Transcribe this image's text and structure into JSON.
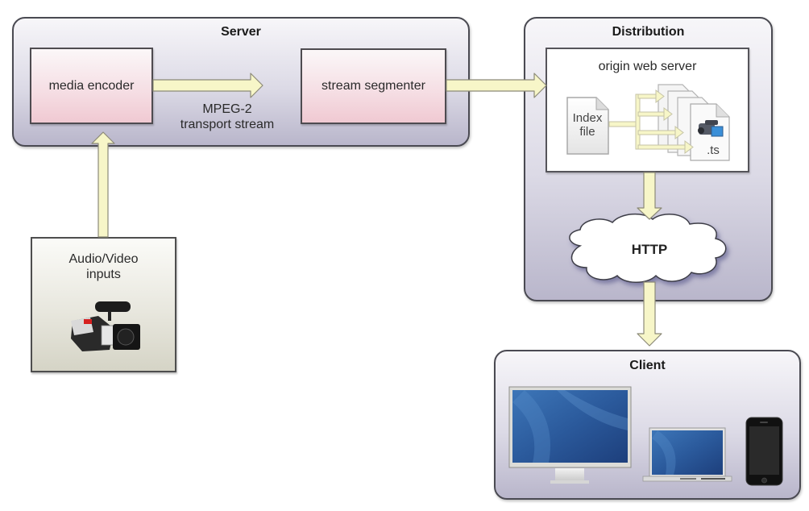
{
  "diagram": {
    "server": {
      "title": "Server",
      "media_encoder": "media encoder",
      "stream_segmenter": "stream segmenter",
      "stream_label_line1": "MPEG-2",
      "stream_label_line2": "transport stream"
    },
    "inputs": {
      "label_line1": "Audio/Video",
      "label_line2": "inputs",
      "icon": "video-camera-icon"
    },
    "distribution": {
      "title": "Distribution",
      "origin_web_server": "origin web server",
      "index_file_line1": "Index",
      "index_file_line2": "file",
      "segment_label": ".ts",
      "protocol": "HTTP"
    },
    "client": {
      "title": "Client",
      "devices": [
        "desktop-monitor-icon",
        "laptop-icon",
        "smartphone-icon"
      ]
    },
    "colors": {
      "arrow_fill": "#f7f6c8",
      "arrow_stroke": "#8c8a78",
      "group_border": "#4a4a52",
      "box_pink": "#f3d3da",
      "screen_blue": "#2e5c9e"
    }
  }
}
